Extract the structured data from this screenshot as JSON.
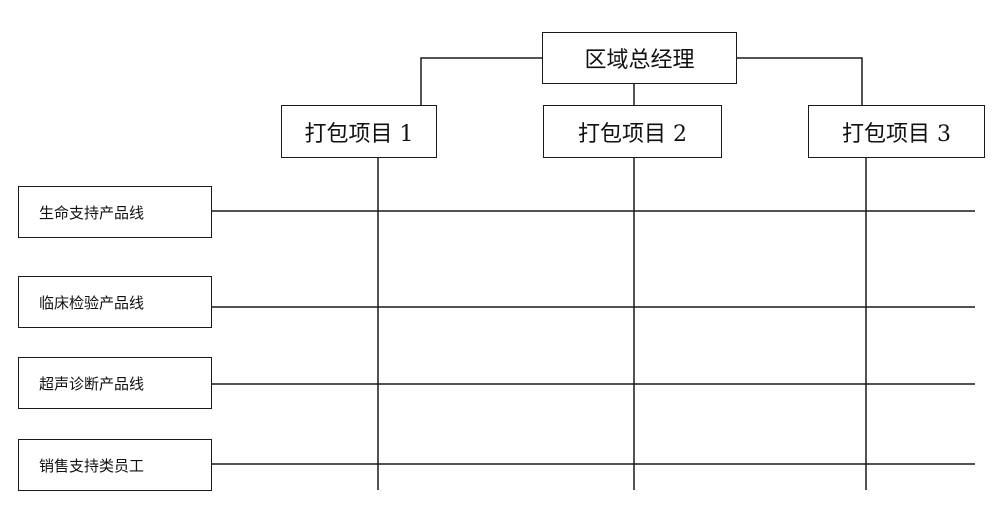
{
  "root": {
    "label": "区域总经理"
  },
  "projects": [
    {
      "label": "打包项目 1"
    },
    {
      "label": "打包项目 2"
    },
    {
      "label": "打包项目 3"
    }
  ],
  "rows": [
    {
      "label": "生命支持产品线"
    },
    {
      "label": "临床检验产品线"
    },
    {
      "label": "超声诊断产品线"
    },
    {
      "label": "销售支持类员工"
    }
  ],
  "colors": {
    "line": "#1a1a1a",
    "box_border": "#1a1a1a",
    "background": "#ffffff"
  }
}
